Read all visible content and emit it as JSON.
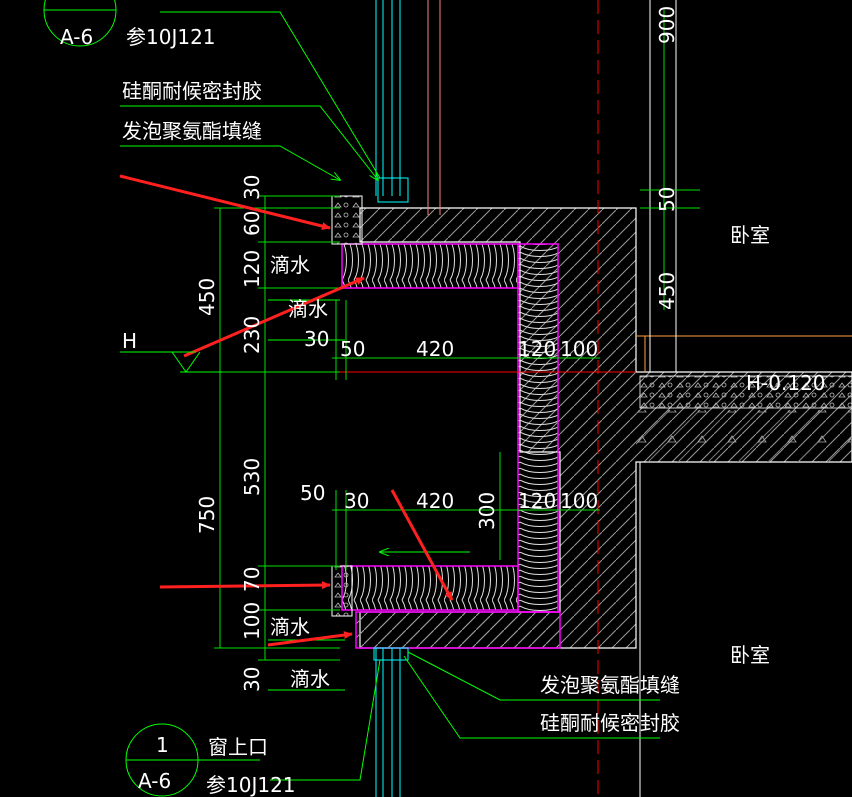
{
  "title_block_top": {
    "ref_sheet": "A-6",
    "ref_std": "参10J121"
  },
  "title_block_bottom": {
    "detail_no": "1",
    "ref_sheet": "A-6",
    "title": "窗上口",
    "ref_std": "参10J121"
  },
  "notes": {
    "sealant_top": "硅酮耐候密封胶",
    "foam_top": "发泡聚氨酯填缝",
    "foam_bottom": "发泡聚氨酯填缝",
    "sealant_bottom": "硅酮耐候密封胶",
    "drip_1": "滴水",
    "drip_2": "滴水",
    "drip_3": "滴水",
    "drip_4": "滴水"
  },
  "level_marks": {
    "h_mark": "H",
    "floor_level": "H-0.120"
  },
  "rooms": {
    "room_top": "卧室",
    "room_bottom": "卧室"
  },
  "dims_left_outer": {
    "d450": "450",
    "d750": "750"
  },
  "dims_left_inner": {
    "d30_top": "30",
    "d60": "60",
    "d120_top": "120",
    "d230": "230",
    "d530": "530",
    "d70": "70",
    "d100": "100",
    "d30_bottom": "30"
  },
  "dims_top_row": {
    "d30": "30",
    "d50": "50",
    "d420": "420",
    "d120": "120",
    "d100": "100"
  },
  "dims_bottom_row": {
    "d50": "50",
    "d30": "30",
    "d420": "420",
    "d300": "300",
    "d120": "120",
    "d100": "100"
  },
  "dims_right": {
    "d900": "900",
    "d50": "50",
    "d450": "450"
  },
  "colors": {
    "background": "#000000",
    "leader_green": "#00ff00",
    "dimension_green": "#00e000",
    "section_outline": "#ffffff",
    "insulation_outline": "#ff00ff",
    "annotation_arrow": "#ff2020",
    "axis_line": "#ff0000",
    "frame_cyan": "#00ffff",
    "level_line_orange": "#ffa040",
    "hatch_gray": "#808080"
  }
}
